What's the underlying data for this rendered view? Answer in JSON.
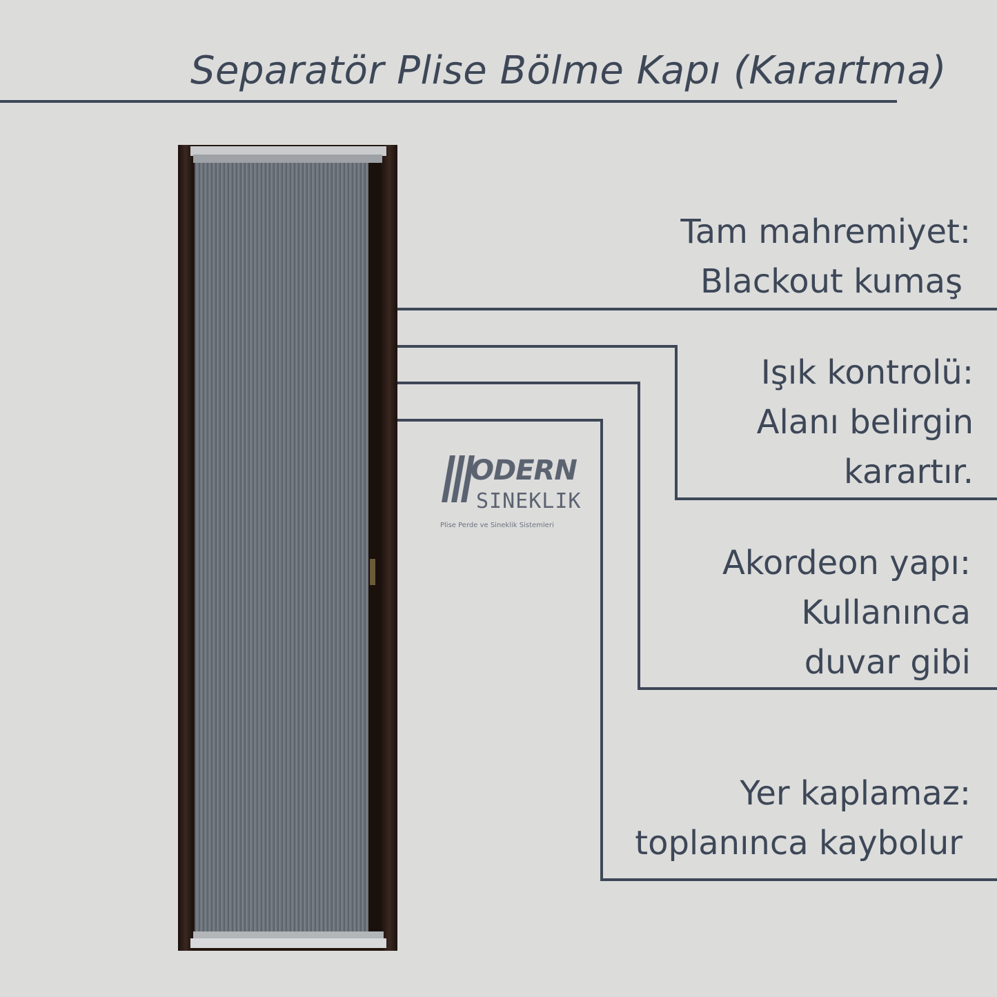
{
  "title": "Separatör Plise Bölme Kapı (Karartma)",
  "features": [
    {
      "lines": [
        "Tam mahremiyet:",
        "Blackout kumaş"
      ]
    },
    {
      "lines": [
        "Işık kontrolü:",
        "Alanı belirgin",
        "karartır."
      ]
    },
    {
      "lines": [
        "Akordeon yapı:",
        "Kullanınca",
        "duvar gibi"
      ]
    },
    {
      "lines": [
        "Yer kaplamaz:",
        "toplanınca kaybolur"
      ]
    }
  ],
  "logo": {
    "top_text": "ODERN",
    "bottom_text": "SINEKLIK",
    "tagline": "Plise Perde ve Sineklik Sistemleri"
  },
  "colors": {
    "background": "#dcdcdb",
    "text": "#3d4757",
    "frame": "#2b1a14",
    "fabric": "#6d747b"
  }
}
